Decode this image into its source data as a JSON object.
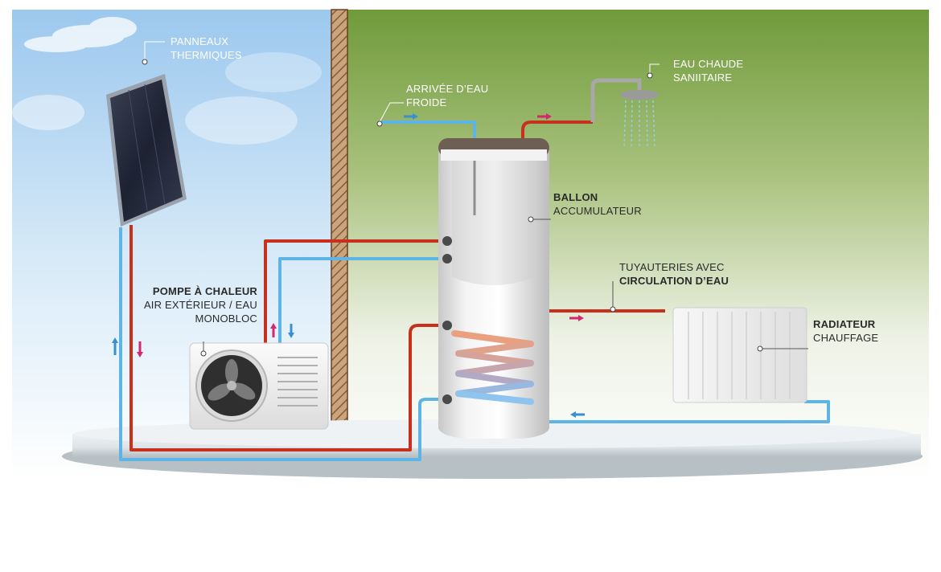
{
  "labels": {
    "panneaux": {
      "line1": "PANNEAUX",
      "line2": "THERMIQUES"
    },
    "arrivee": {
      "line1": "ARRIVÉE D’EAU",
      "line2": "FROIDE"
    },
    "eau_chaude": {
      "line1": "EAU CHAUDE",
      "line2": "SANIITAIRE"
    },
    "ballon": {
      "line1": "BALLON",
      "line2": "ACCUMULATEUR"
    },
    "tuyauteries": {
      "line1": "TUYAUTERIES AVEC",
      "line2": "CIRCULATION D’EAU"
    },
    "pompe": {
      "line1": "POMPE À CHALEUR",
      "line2": "AIR EXTÉRIEUR / EAU",
      "line3": "MONOBLOC"
    },
    "radiateur": {
      "line1": "RADIATEUR",
      "line2": "CHAUFFAGE"
    }
  },
  "colors": {
    "hot_pipe": "#c8301e",
    "cold_pipe": "#5fb4e6",
    "hot_arrow": "#d4286e",
    "cold_arrow": "#3a8fd0",
    "sky_top": "#9cc8ee",
    "grass_top": "#6f9a3a"
  }
}
